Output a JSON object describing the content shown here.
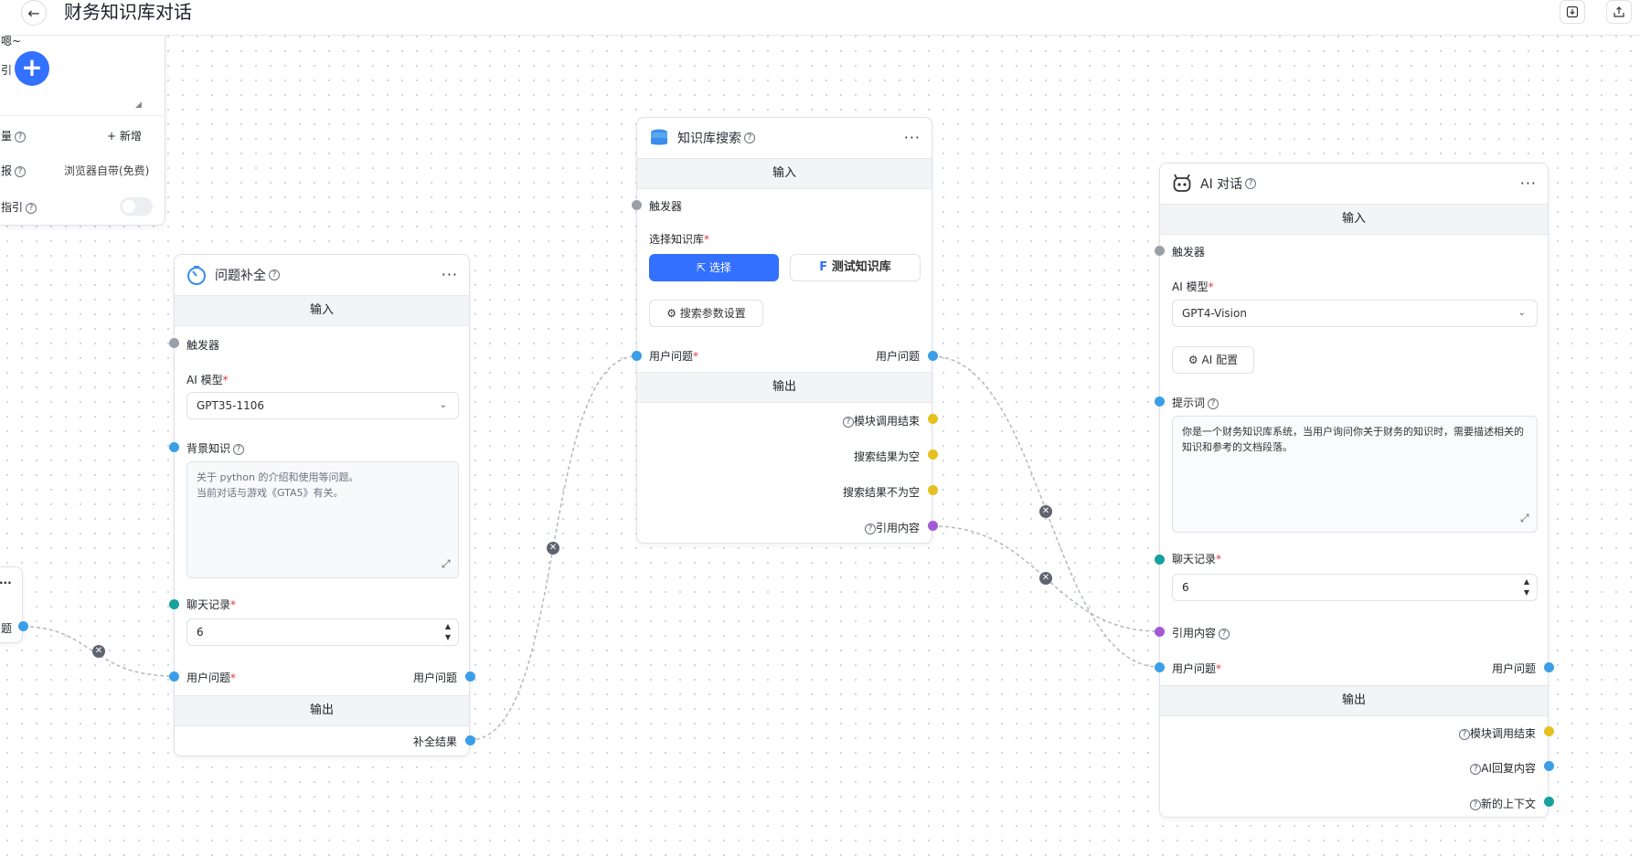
{
  "header": {
    "title": "财务知识库对话"
  },
  "topleft_node": {
    "truncated_text": "嗯~",
    "truncated_label_a": "引",
    "row1_label": "量",
    "row1_action": "+ 新增",
    "row2_label": "报",
    "row2_value": "浏览器自带(免费)",
    "row3_label": "指引"
  },
  "left_stub": {
    "more": "···",
    "label": "题"
  },
  "question_node": {
    "title": "问题补全",
    "input_band": "输入",
    "trigger": "触发器",
    "model_label": "AI 模型",
    "model_value": "GPT35-1106",
    "bg_label": "背景知识",
    "bg_text": "关于 python 的介绍和使用等问题。\n当前对话与游戏《GTA5》有关。",
    "history_label": "聊天记录",
    "history_value": "6",
    "user_q_label": "用户问题",
    "user_q_out": "用户问题",
    "output_band": "输出",
    "result": "补全结果"
  },
  "kb_node": {
    "title": "知识库搜索",
    "input_band": "输入",
    "trigger": "触发器",
    "select_kb_label": "选择知识库",
    "select_btn": "选择",
    "test_btn": "测试知识库",
    "params_btn": "搜索参数设置",
    "user_q_label": "用户问题",
    "user_q_out": "用户问题",
    "output_band": "输出",
    "out1": "模块调用结束",
    "out2": "搜索结果为空",
    "out3": "搜索结果不为空",
    "out4": "引用内容"
  },
  "ai_node": {
    "title": "AI 对话",
    "input_band": "输入",
    "trigger": "触发器",
    "model_label": "AI 模型",
    "model_value": "GPT4-Vision",
    "config_btn": "AI 配置",
    "prompt_label": "提示词",
    "prompt_text": "你是一个财务知识库系统，当用户询问你关于财务的知识时，需要描述相关的知识和参考的文档段落。",
    "history_label": "聊天记录",
    "history_value": "6",
    "quote_label": "引用内容",
    "user_q_label": "用户问题",
    "user_q_out": "用户问题",
    "output_band": "输出",
    "out1": "模块调用结束",
    "out2": "AI回复内容",
    "out3": "新的上下文"
  },
  "colors": {
    "primary": "#3370ff",
    "handle_blue": "#3b9ee8",
    "handle_yellow": "#e5c11f",
    "handle_purple": "#a45ad6",
    "handle_teal": "#17a19c"
  }
}
